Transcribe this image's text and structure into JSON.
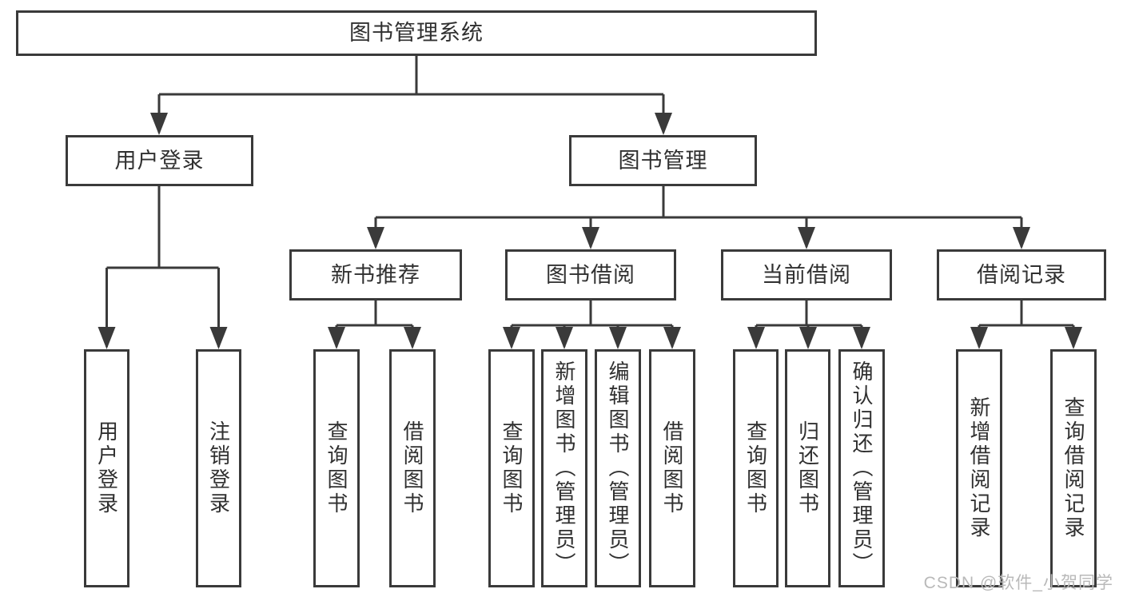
{
  "diagram": {
    "root": {
      "label": "图书管理系统"
    },
    "branches": [
      {
        "label": "用户登录",
        "children": [
          {
            "label": "用户登录"
          },
          {
            "label": "注销登录"
          }
        ]
      },
      {
        "label": "图书管理",
        "children": [
          {
            "label": "新书推荐",
            "children": [
              {
                "label": "查询图书"
              },
              {
                "label": "借阅图书"
              }
            ]
          },
          {
            "label": "图书借阅",
            "children": [
              {
                "label": "查询图书"
              },
              {
                "label": "新增图书（管理员）"
              },
              {
                "label": "编辑图书（管理员）"
              },
              {
                "label": "借阅图书"
              }
            ]
          },
          {
            "label": "当前借阅",
            "children": [
              {
                "label": "查询图书"
              },
              {
                "label": "归还图书"
              },
              {
                "label": "确认归还（管理员）"
              }
            ]
          },
          {
            "label": "借阅记录",
            "children": [
              {
                "label": "新增借阅记录"
              },
              {
                "label": "查询借阅记录"
              }
            ]
          }
        ]
      }
    ],
    "watermark": "CSDN @软件_小贺同学",
    "colors": {
      "line": "#3a3a3a",
      "text": "#303030",
      "watermark": "#b9b9b9",
      "background": "#ffffff"
    }
  }
}
